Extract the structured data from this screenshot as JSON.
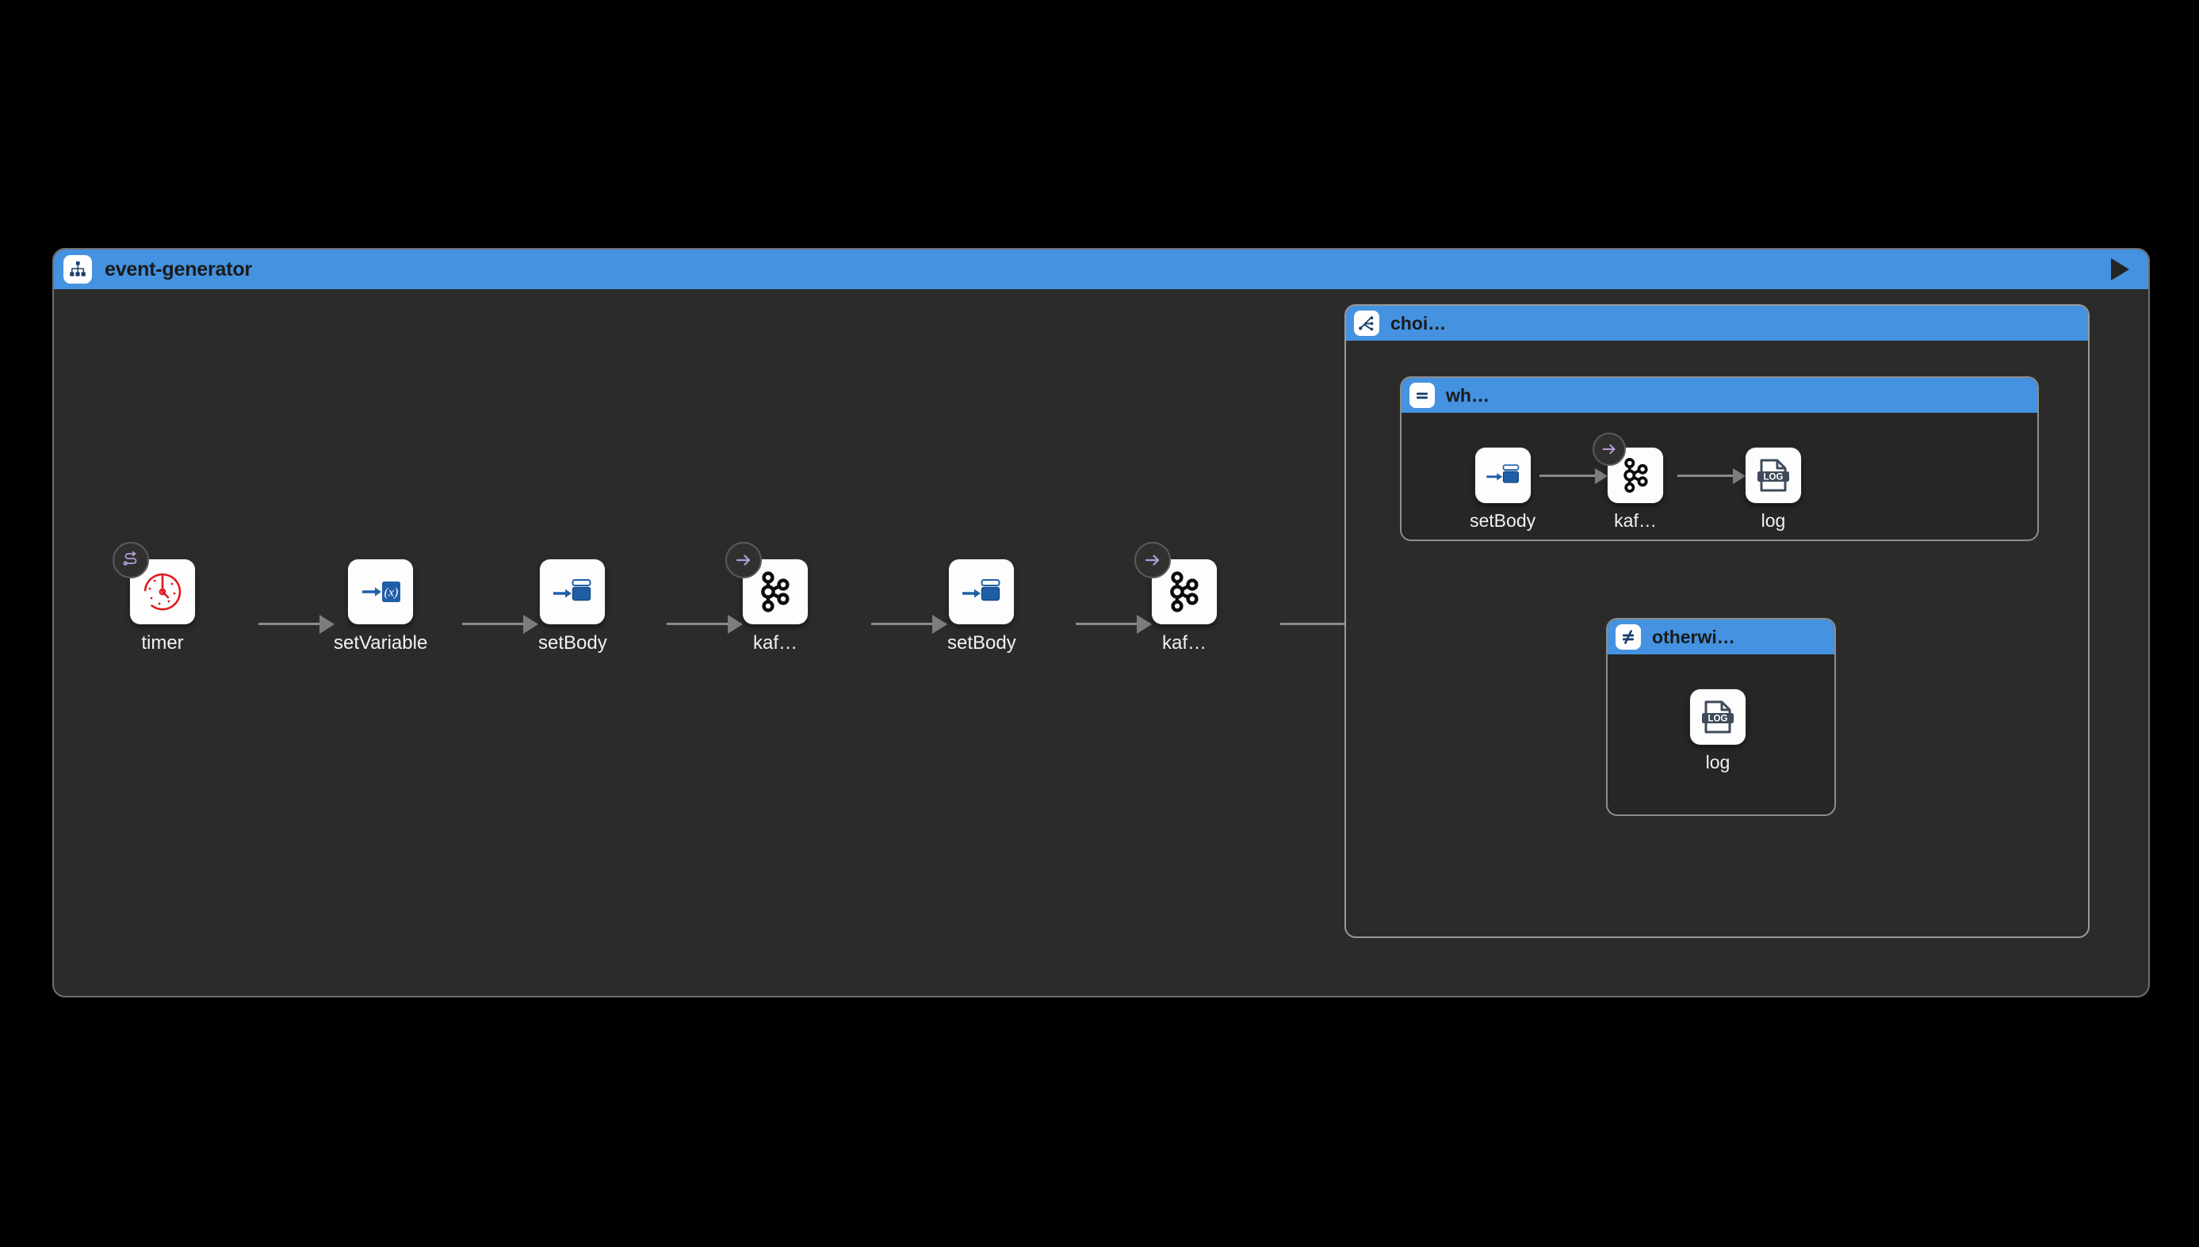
{
  "route": {
    "title": "event-generator",
    "icon": "route-tree-icon",
    "run_button": "play-icon",
    "header_color": "#4492e0",
    "panel_bg": "#2b2b2b",
    "canvas_bg": "#000000"
  },
  "main_steps": [
    {
      "id": "timer",
      "label": "timer",
      "icon": "timer-clock-icon",
      "badge": "route-path-icon"
    },
    {
      "id": "setVariable",
      "label": "setVariable",
      "icon": "set-variable-icon",
      "badge": null
    },
    {
      "id": "setBody1",
      "label": "setBody",
      "icon": "set-body-icon",
      "badge": null
    },
    {
      "id": "kafka1",
      "label": "kaf…",
      "icon": "kafka-icon",
      "badge": "arrow-right-icon"
    },
    {
      "id": "setBody2",
      "label": "setBody",
      "icon": "set-body-icon",
      "badge": null
    },
    {
      "id": "kafka2",
      "label": "kaf…",
      "icon": "kafka-icon",
      "badge": "arrow-right-icon"
    }
  ],
  "choice": {
    "title": "choi…",
    "icon": "choice-branch-icon",
    "branches": [
      {
        "id": "when",
        "title": "wh…",
        "icon": "equals-icon",
        "steps": [
          {
            "id": "when-setBody",
            "label": "setBody",
            "icon": "set-body-icon",
            "badge": null
          },
          {
            "id": "when-kafka",
            "label": "kaf…",
            "icon": "kafka-icon",
            "badge": "arrow-right-icon"
          },
          {
            "id": "when-log",
            "label": "log",
            "icon": "log-file-icon",
            "badge": null
          }
        ]
      },
      {
        "id": "otherwise",
        "title": "otherwi…",
        "icon": "not-equals-icon",
        "steps": [
          {
            "id": "otherwise-log",
            "label": "log",
            "icon": "log-file-icon",
            "badge": null
          }
        ]
      }
    ]
  },
  "colors": {
    "accent_blue": "#4492e0",
    "icon_blue": "#1f5fa8",
    "icon_navy": "#1b3f6e",
    "badge_purple": "#b39ddb",
    "timer_red": "#e01b1b",
    "log_slate": "#3f4b5b",
    "connector_gray": "#8a8a8a",
    "label_white": "#f2f2f2"
  }
}
